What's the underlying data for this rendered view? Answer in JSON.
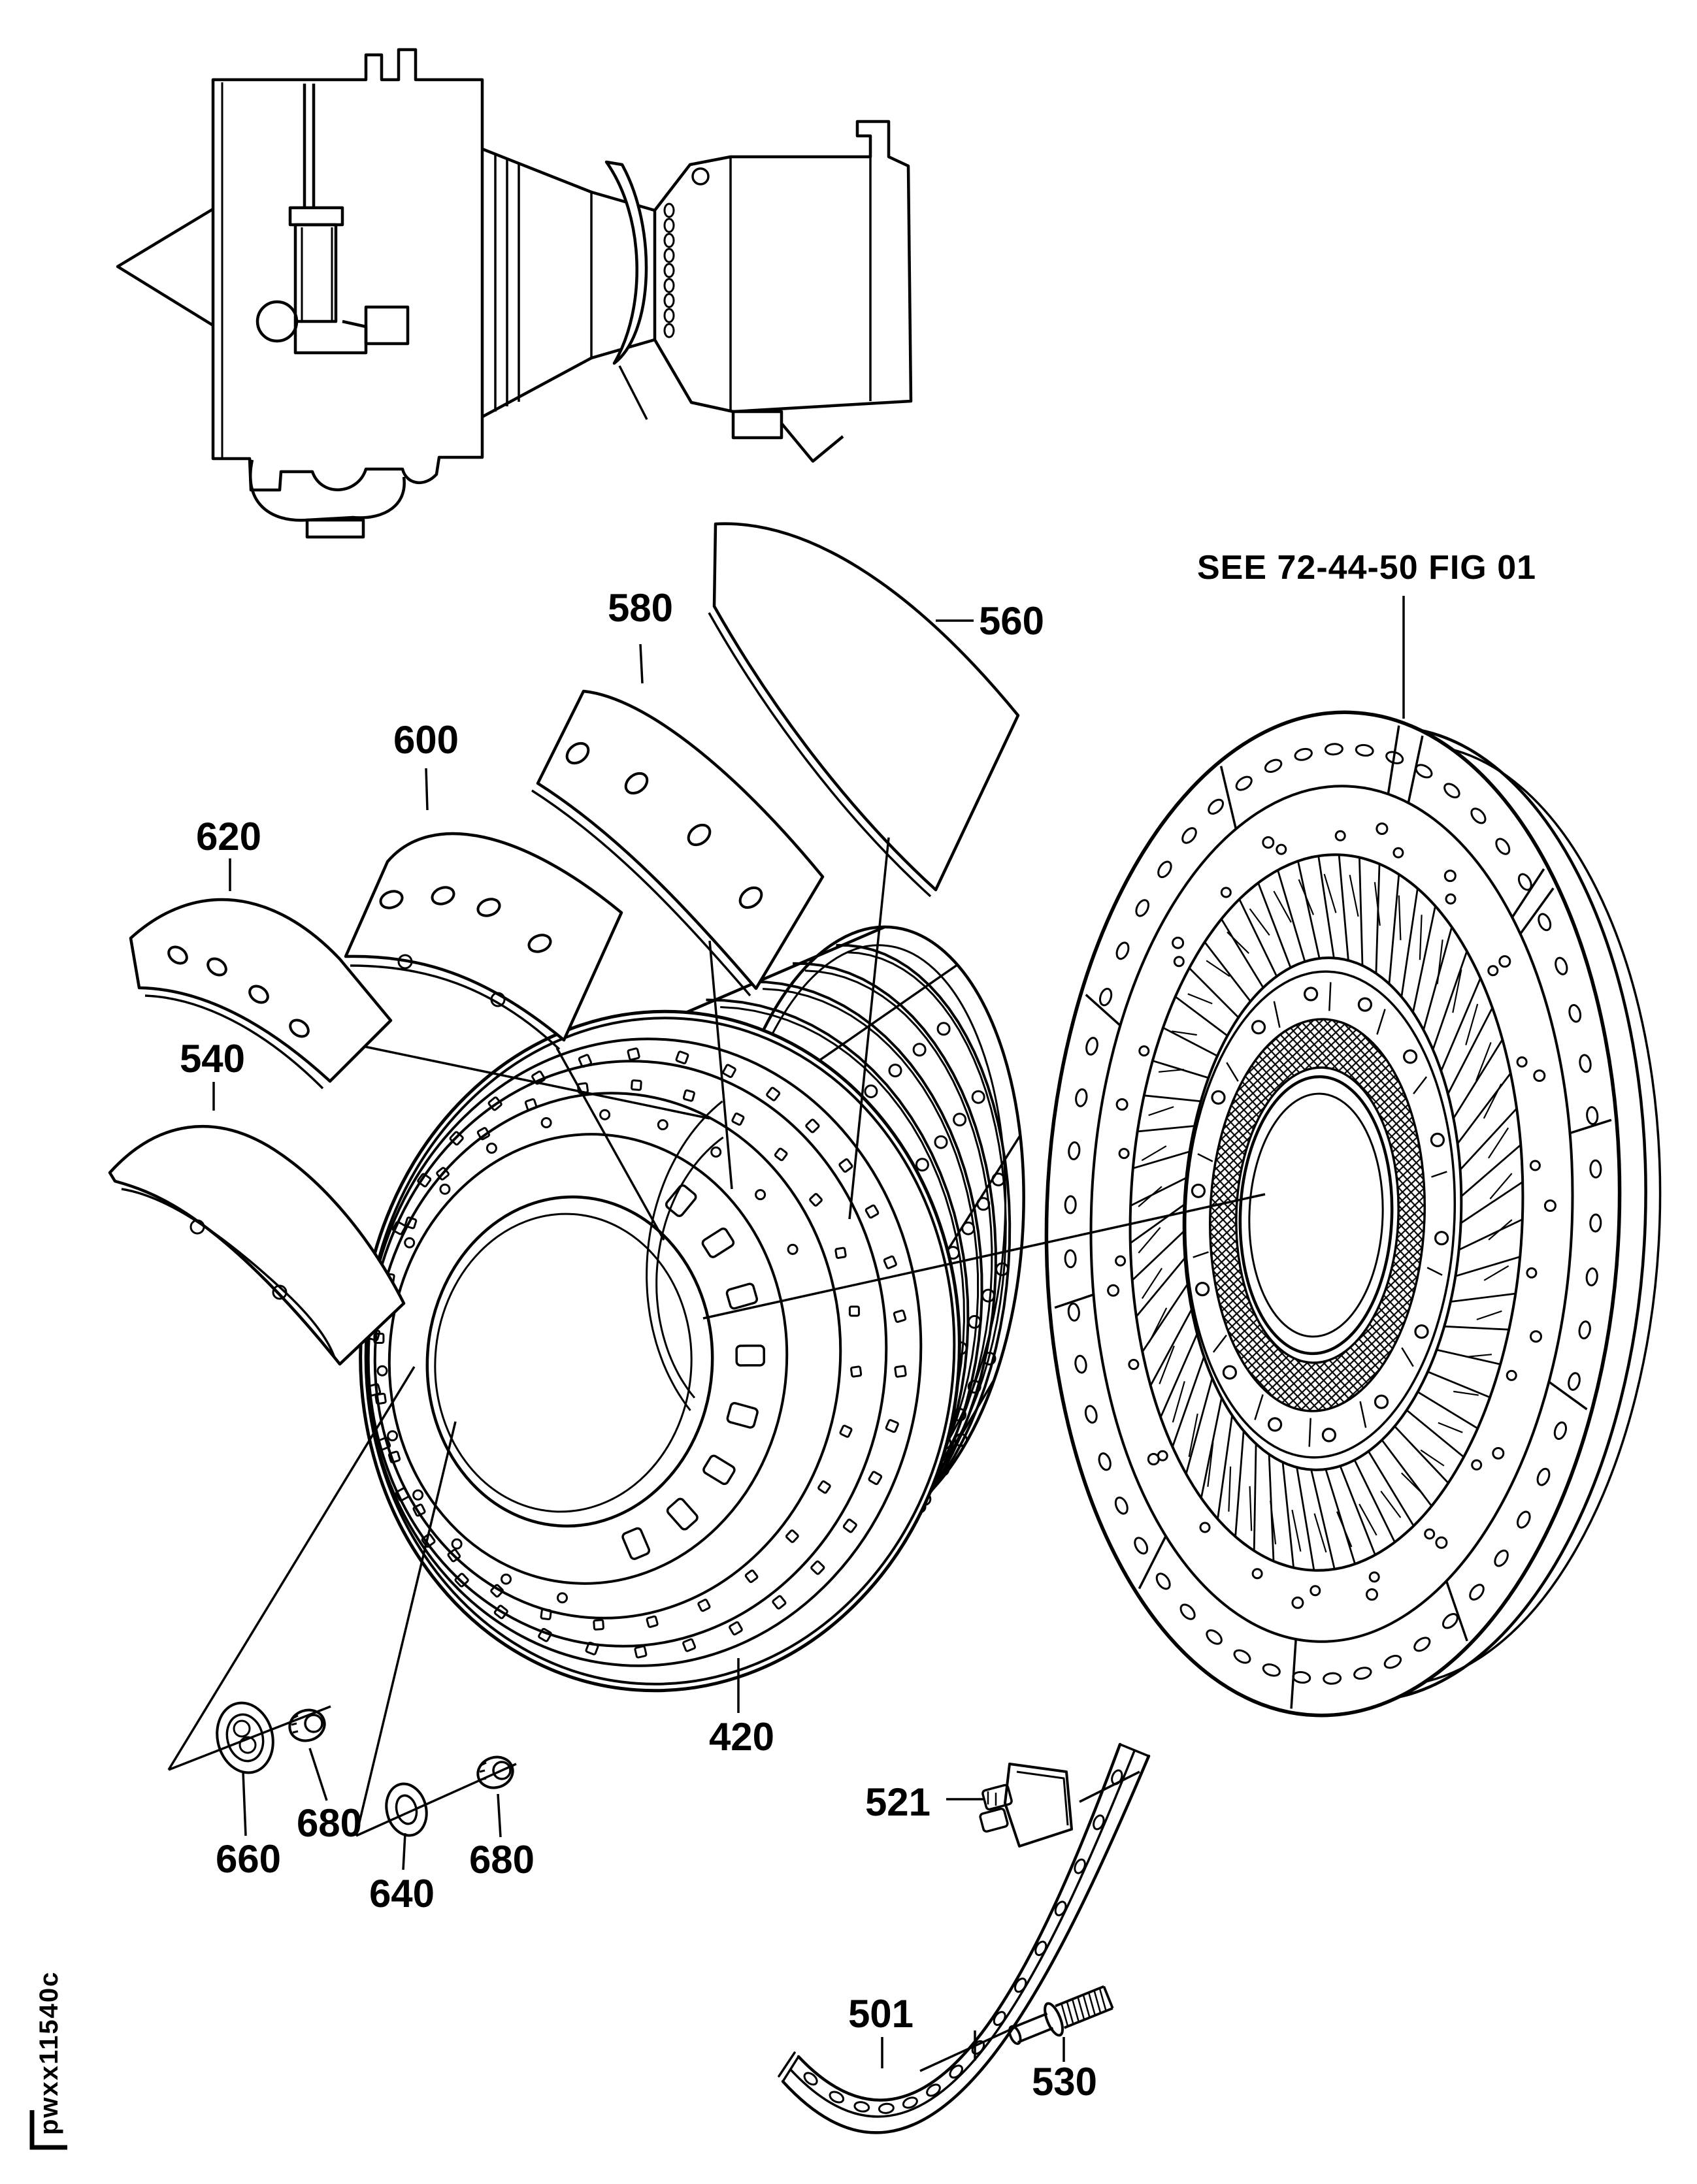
{
  "figure": {
    "paper": "#ffffff",
    "ink": "#000000"
  },
  "callouts": {
    "fig_ref": "SEE 72-44-50 FIG 01",
    "c420": "420",
    "c501": "501",
    "c521": "521",
    "c530": "530",
    "c540": "540",
    "c560": "560",
    "c580": "580",
    "c600": "600",
    "c620": "620",
    "c640": "640",
    "c660": "660",
    "c680a": "680",
    "c680b": "680",
    "watermark": "pwxx11540c"
  }
}
